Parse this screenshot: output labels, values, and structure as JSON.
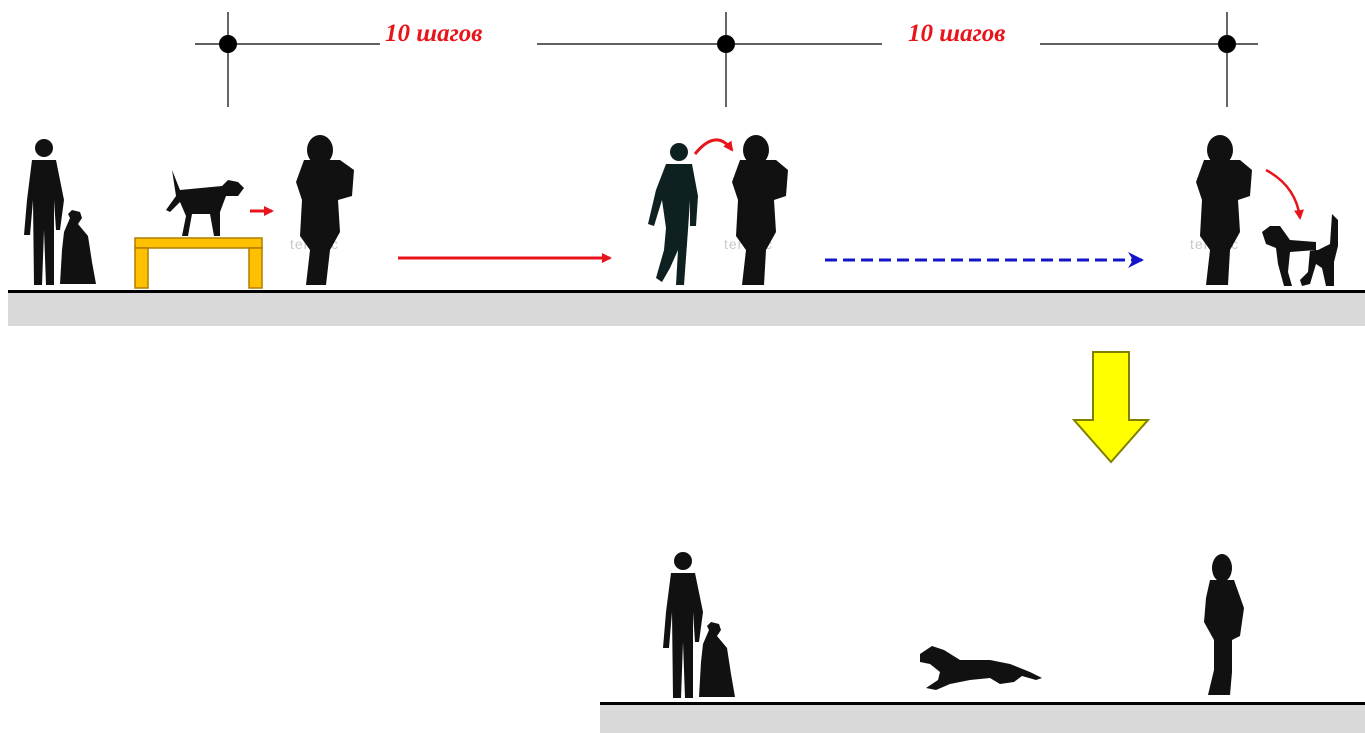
{
  "diagram": {
    "distance_label_1": "10 шагов",
    "distance_label_2": "10 шагов",
    "watermark_1": "terstoc",
    "watermark_2": "terstoc",
    "watermark_3": "terstoc",
    "colors": {
      "measure_line": "#000000",
      "main_arrow": "#e8141b",
      "dashed_arrow": "#1414c8",
      "down_arrow_fill": "#ffff00",
      "down_arrow_stroke": "#7f7f00",
      "table": "#ffc000",
      "table_stroke": "#b07d00",
      "ground": "#d9d9d9"
    },
    "icons": [
      "handler-with-sitting-dog-icon",
      "dog-on-table-icon",
      "helper-figure-icon",
      "walking-figure-icon",
      "running-dog-icon",
      "standing-helper-icon",
      "yellow-down-arrow-icon"
    ]
  }
}
